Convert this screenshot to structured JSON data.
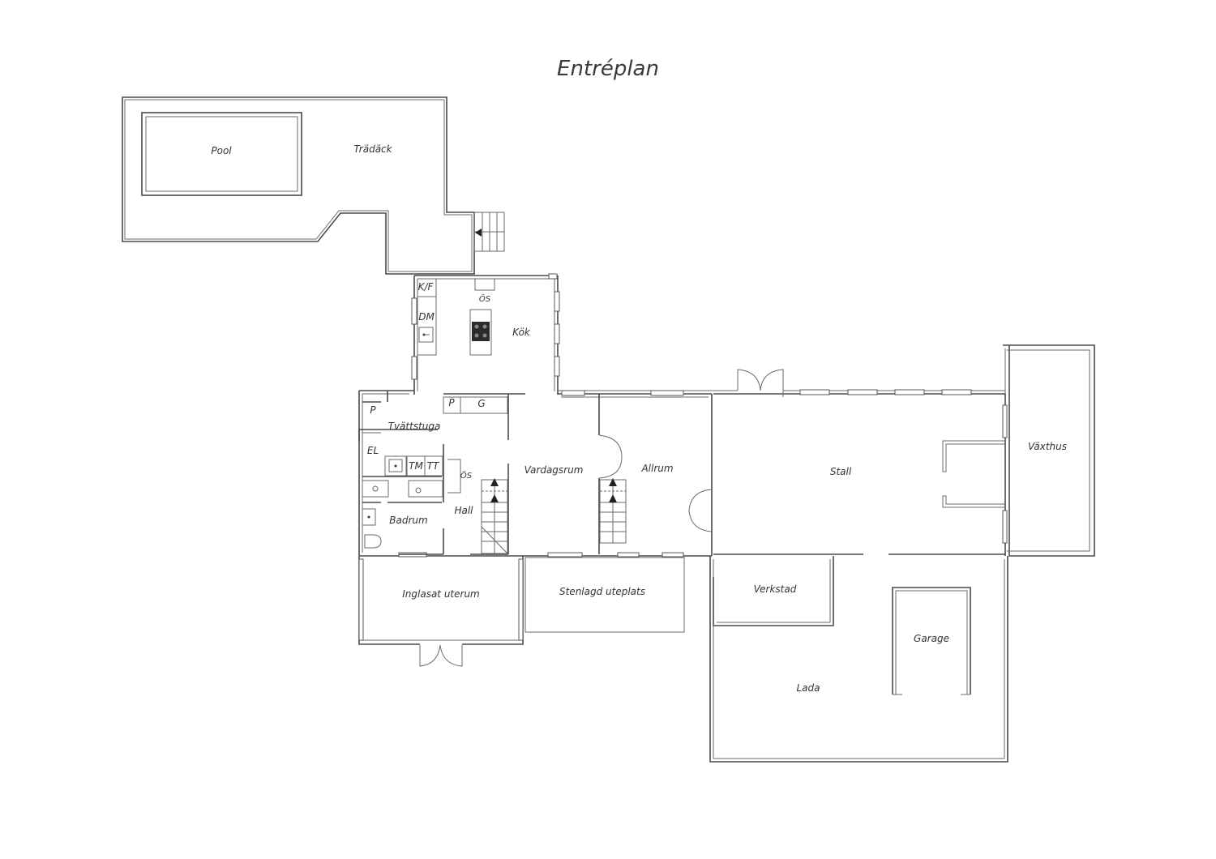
{
  "title": "Entréplan",
  "rooms": {
    "pool": "Pool",
    "tradack": "Trädäck",
    "kf": "K/F",
    "os_kitchen": "ÖS",
    "dm": "DM",
    "kok": "Kök",
    "p_tvatt": "P",
    "p_hall": "P",
    "g_hall": "G",
    "tvattstuga": "Tvättstuga",
    "el": "EL",
    "tm": "TM",
    "tt": "TT",
    "os_hall": "ÖS",
    "vardagsrum": "Vardagsrum",
    "allrum": "Allrum",
    "stall": "Stall",
    "vaxthus": "Växthus",
    "badrum": "Badrum",
    "hall": "Hall",
    "inglasat": "Inglasat uterum",
    "stenlagd": "Stenlagd uteplats",
    "verkstad": "Verkstad",
    "garage": "Garage",
    "lada": "Lada"
  }
}
